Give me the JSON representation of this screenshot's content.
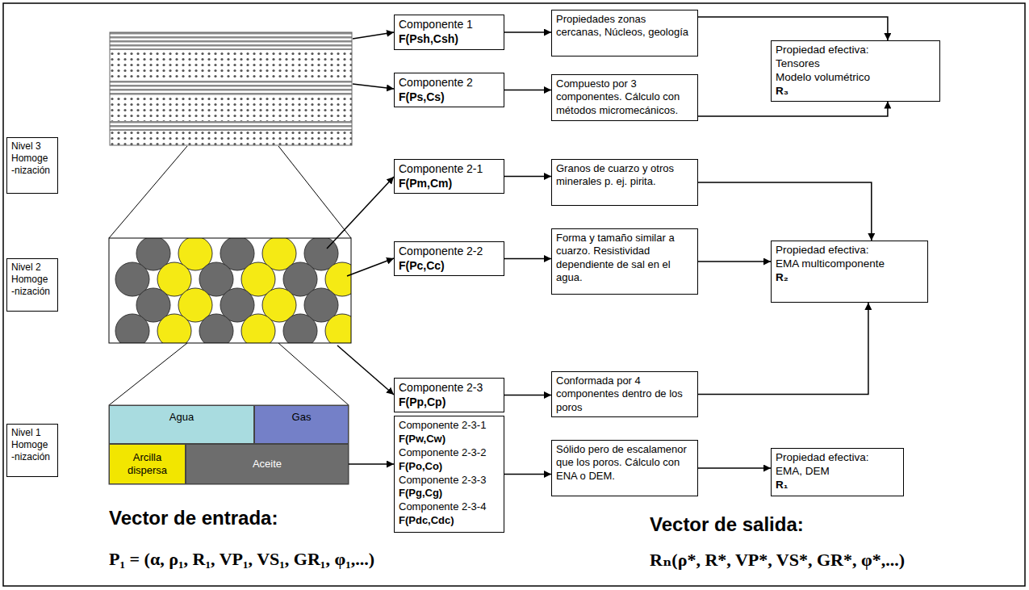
{
  "diagram": {
    "nodes": [
      {
        "text": [
          "Nivel 3 Homoge -nización"
        ]
      },
      {
        "text": [
          "Componente 1",
          "F(Psh,Csh)"
        ]
      },
      {
        "text": [
          "Propiedades zonas cercanas, Núcleos, geología"
        ]
      },
      {
        "text": [
          "Propiedad efectiva:",
          "Tensores",
          "Modelo volumétrico",
          "R₃"
        ]
      },
      {
        "text": [
          "Componente 2",
          "F(Ps,Cs)"
        ]
      },
      {
        "text": [
          "Compuesto por 3 componentes. Cálculo con métodos micromecánicos."
        ]
      },
      {
        "text": [
          "Componente 2-1",
          "F(Pm,Cm)"
        ]
      },
      {
        "text": [
          "Granos de cuarzo y otros minerales p. ej. pirita."
        ]
      },
      {
        "text": [
          "Nivel 2 Homoge -nización"
        ]
      },
      {
        "text": [
          "Componente 2-2",
          "F(Pc,Cc)"
        ]
      },
      {
        "text": [
          "Forma y tamaño similar a cuarzo. Resistividad dependiente de sal en el agua."
        ]
      },
      {
        "text": [
          "Propiedad efectiva:",
          "EMA multicomponente",
          "R₂"
        ]
      },
      {
        "text": [
          "Componente 2-3",
          "F(Pp,Cp)"
        ]
      },
      {
        "text": [
          "Conformada por 4 componentes dentro de los poros"
        ]
      },
      {
        "text": [
          "Agua"
        ]
      },
      {
        "text": [
          "Gas"
        ]
      },
      {
        "text": [
          "Componente 2-3-1",
          "F(Pw,Cw)",
          "Componente 2-3-2",
          "F(Po,Co)",
          "Componente 2-3-3",
          "F(Pg,Cg)",
          "Componente 2-3-4",
          "F(Pdc,Cdc)"
        ]
      },
      {
        "text": [
          "Nivel 1 Homoge -nización"
        ]
      },
      {
        "text": [
          "Arcilla dispersa"
        ]
      },
      {
        "text": [
          "Aceite"
        ]
      },
      {
        "text": [
          "Sólido pero de escalamenor que los poros. Cálculo con ENA o DEM."
        ]
      },
      {
        "text": [
          "Propiedad efectiva:",
          "EMA, DEM",
          "R₁"
        ]
      }
    ],
    "edges": [
      {
        "from": 1,
        "to": 2,
        "arrow": "to"
      },
      {
        "from": 4,
        "to": 5,
        "arrow": "to"
      },
      {
        "from": 2,
        "to": 3,
        "arrow": "to"
      },
      {
        "from": 5,
        "to": 3,
        "arrow": "to"
      },
      {
        "from": 6,
        "to": 7,
        "arrow": "to"
      },
      {
        "from": 7,
        "to": 11,
        "arrow": "to"
      },
      {
        "from": 9,
        "to": 10,
        "arrow": "to"
      },
      {
        "from": 10,
        "to": 11,
        "arrow": "to"
      },
      {
        "from": 12,
        "to": 13,
        "arrow": "to"
      },
      {
        "from": 13,
        "to": 11,
        "arrow": "to"
      },
      {
        "from": 19,
        "to": 16,
        "arrow": "to"
      },
      {
        "from": 16,
        "to": 20,
        "arrow": "to"
      },
      {
        "from": 20,
        "to": 21,
        "arrow": "to"
      }
    ],
    "labels": [
      "Vector de entrada:",
      "P₁ = (α, ρ₁, R₁, VP₁, VS₁, GR₁, φ₁,...)",
      "Vector de salida:",
      "Rₙ(ρ*, R*, VP*, VS*, GR*, φ*,...)"
    ]
  }
}
